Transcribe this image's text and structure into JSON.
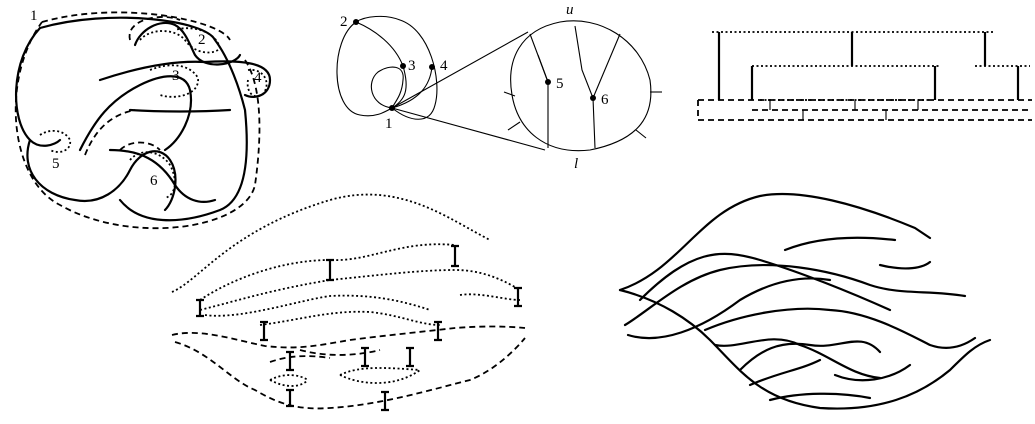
{
  "panels": {
    "knot": {
      "labels": [
        "1",
        "2",
        "3",
        "4",
        "5",
        "6"
      ]
    },
    "graph": {
      "vertex_labels": [
        "1",
        "2",
        "3",
        "4"
      ],
      "inset_labels": [
        "5",
        "6"
      ],
      "upper_label": "u",
      "lower_label": "l"
    }
  },
  "styles": {
    "ink": "#000000",
    "background": "#ffffff",
    "line_types": [
      "solid",
      "dashed",
      "dotted"
    ]
  }
}
